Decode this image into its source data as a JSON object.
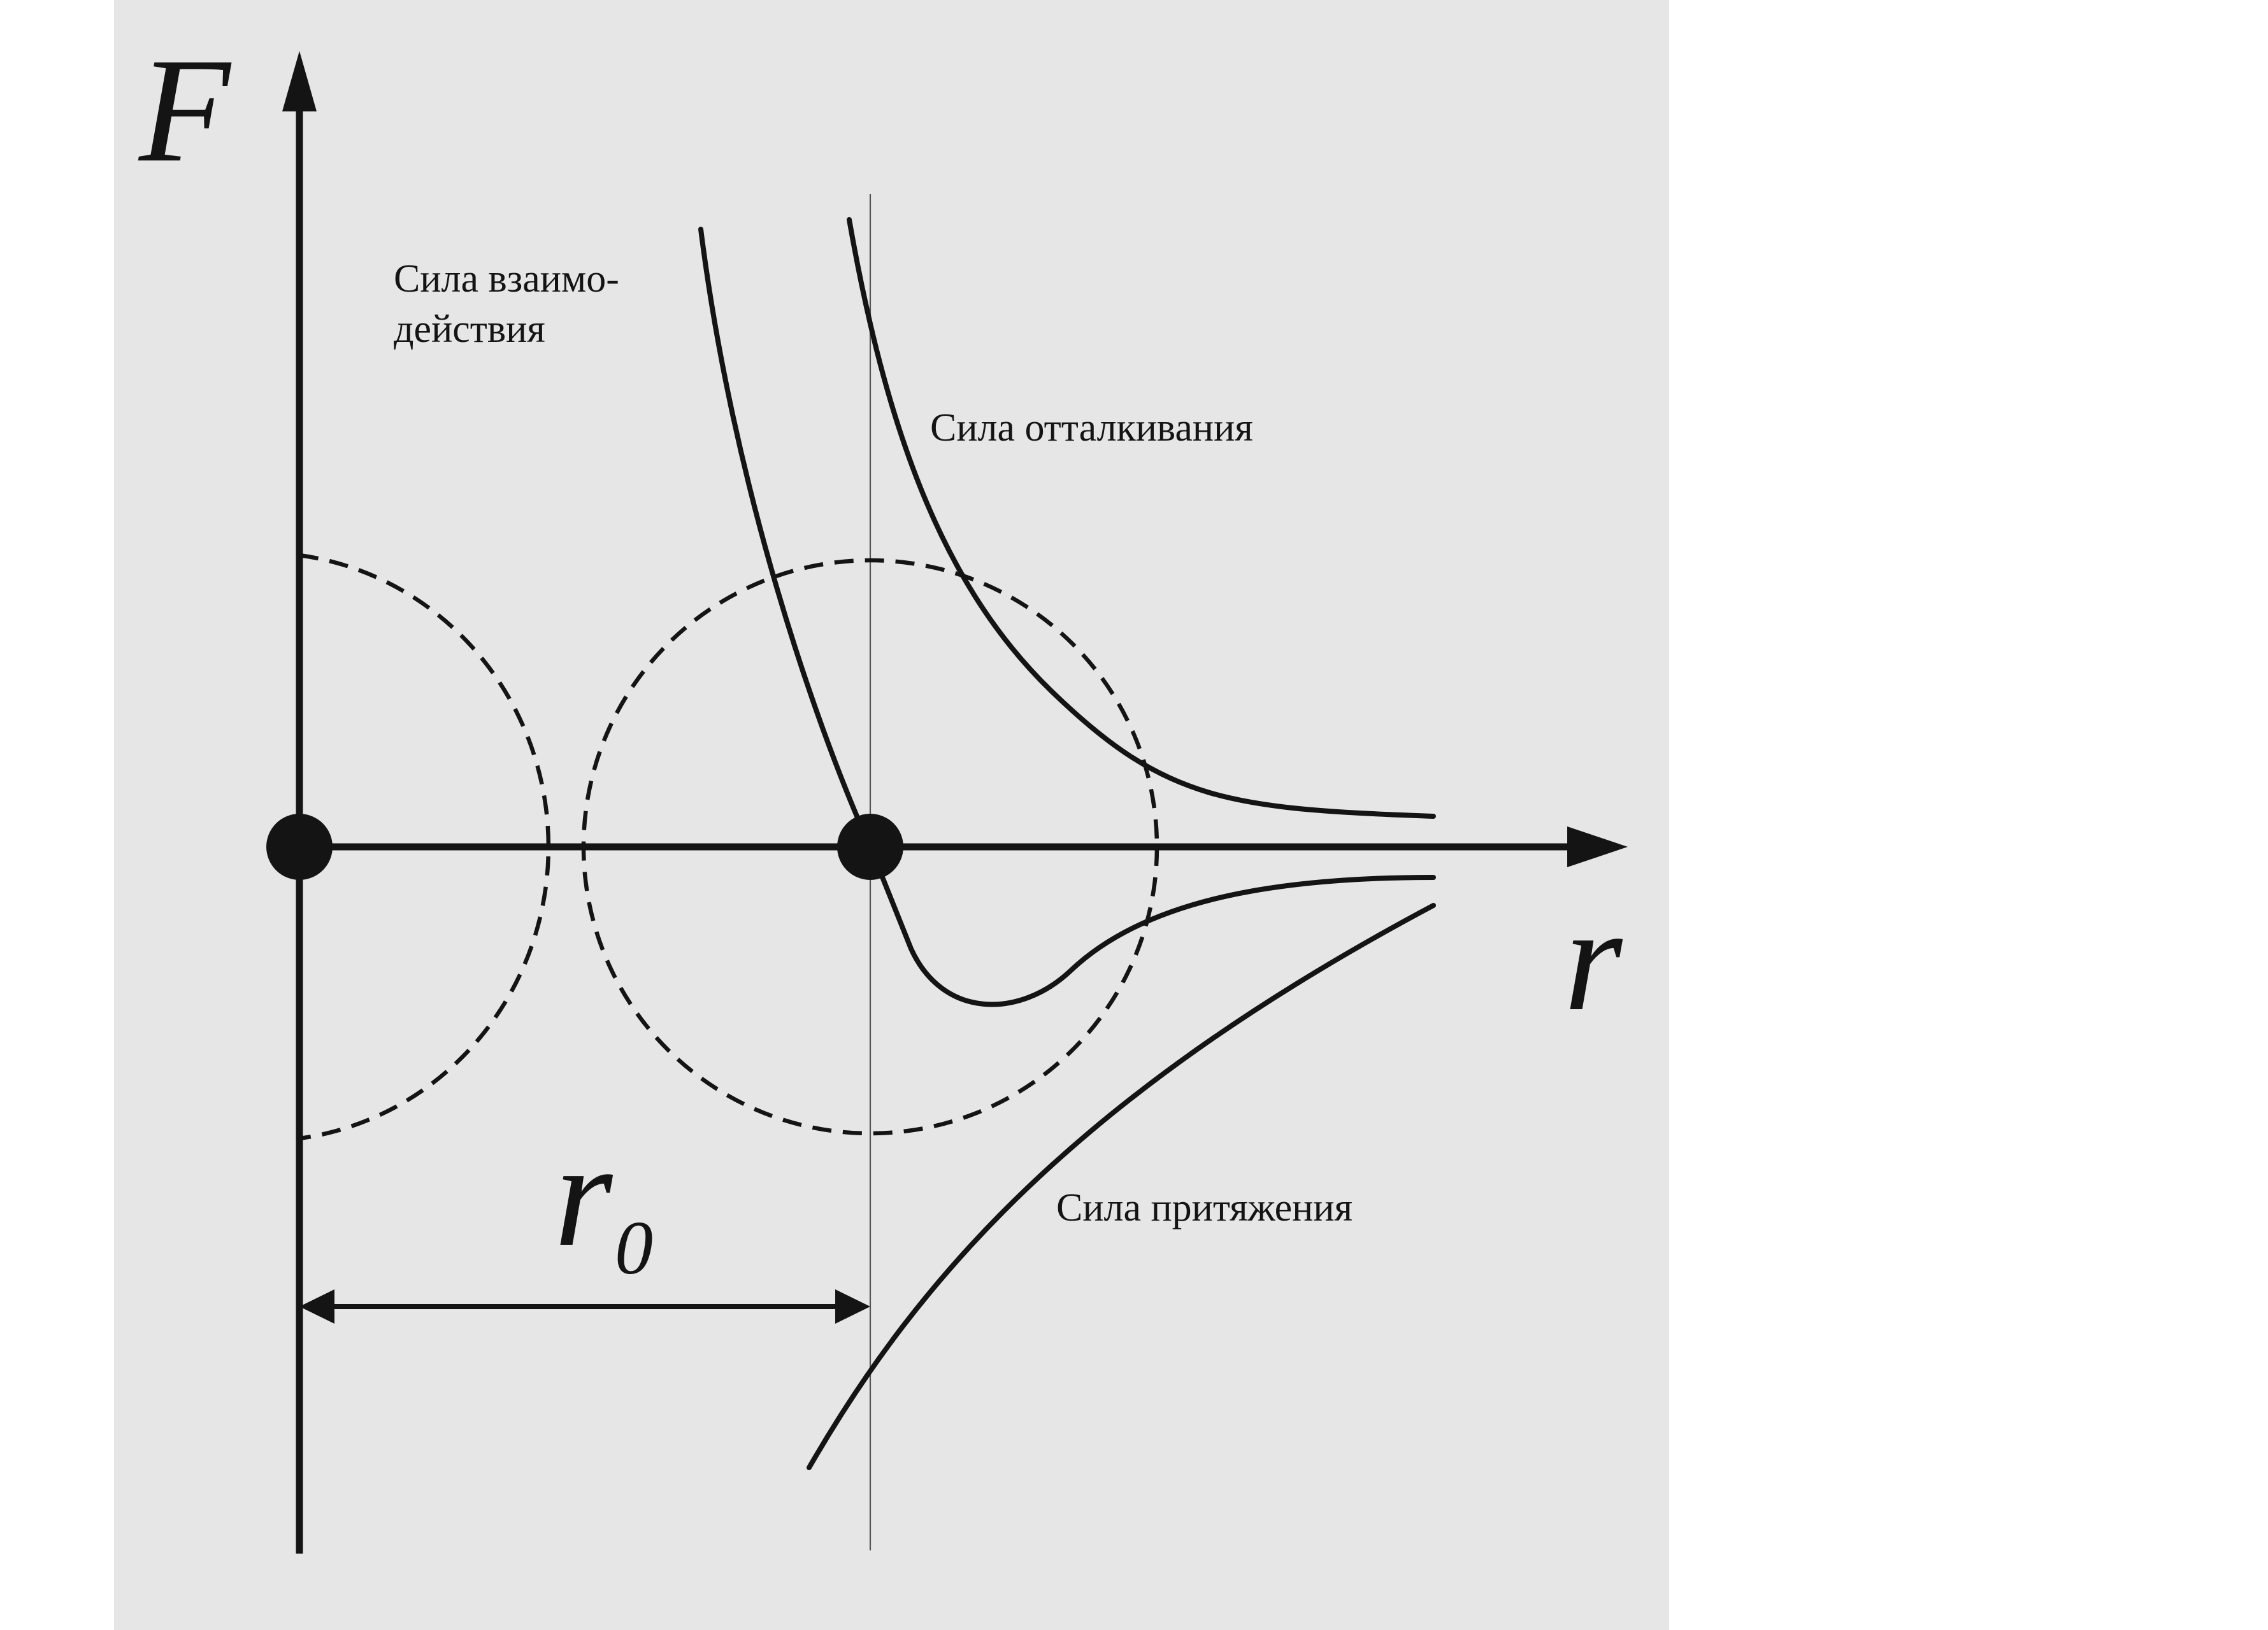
{
  "axes": {
    "y_label": "F",
    "x_label": "r"
  },
  "distance": {
    "symbol": "r",
    "subscript": "0"
  },
  "curves": {
    "interaction_label_line1": "Сила взаимо-",
    "interaction_label_line2": "действия",
    "repulsion_label": "Сила отталкивания",
    "attraction_label": "Сила притяжения"
  },
  "colors": {
    "background": "#e6e6e6",
    "ink": "#141414"
  }
}
